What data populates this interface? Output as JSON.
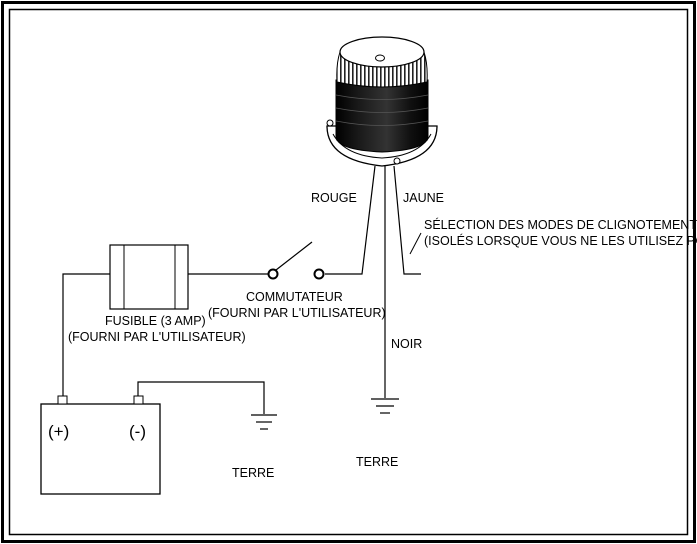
{
  "labels": {
    "rouge": "ROUGE",
    "jaune": "JAUNE",
    "flash_modes_line1": "SÉLECTION DES MODES DE CLIGNOTEMENT",
    "flash_modes_line2": "(ISOLÉS LORSQUE VOUS NE LES UTILISEZ PAS)",
    "switch_line1": "COMMUTATEUR",
    "switch_line2": "(FOURNI PAR L'UTILISATEUR)",
    "fuse_line1": "FUSIBLE (3 AMP)",
    "fuse_line2": "(FOURNI PAR L'UTILISATEUR)",
    "noir": "NOIR",
    "battery_positive": "(+)",
    "battery_negative": "(-)",
    "ground_battery": "TERRE",
    "ground_beacon": "TERRE"
  },
  "colors": {
    "line": "#000000",
    "background": "#ffffff",
    "beacon_dark": "#111111"
  }
}
